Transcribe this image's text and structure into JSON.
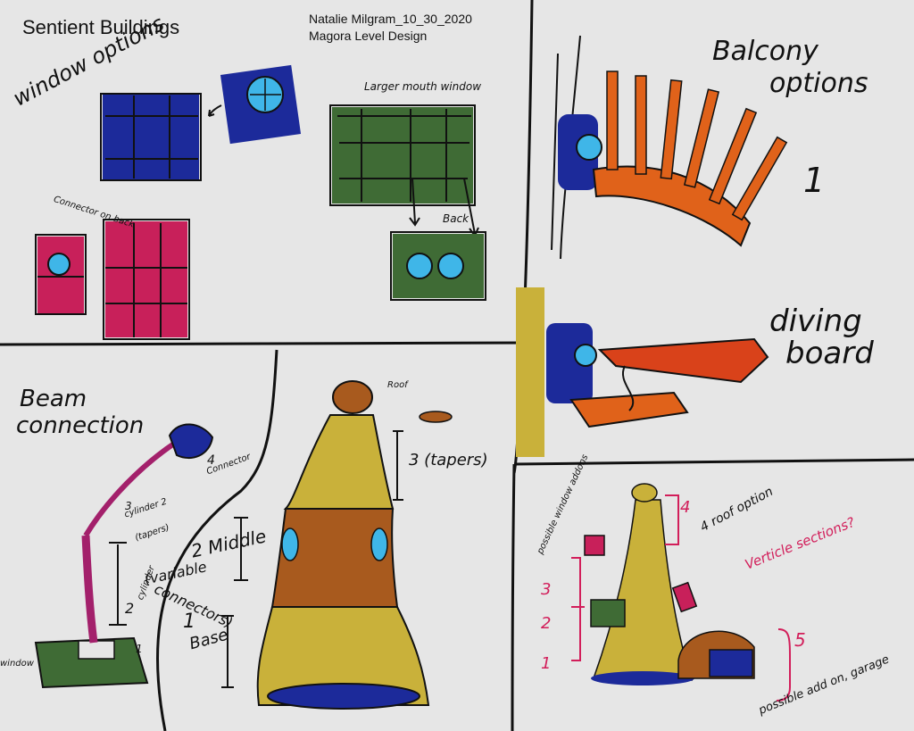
{
  "title": "Sentient Buildings",
  "author_line": "Natalie Milgram_10_30_2020",
  "subtitle": "Magora Level Design",
  "window_options": {
    "heading": "window options",
    "connector_note": "Connector on back",
    "larger_mouth_label": "Larger mouth window",
    "back_label": "Back"
  },
  "balcony": {
    "heading_line1": "Balcony",
    "heading_line2": "options",
    "number": "1"
  },
  "diving_board": {
    "line1": "diving",
    "line2": "board"
  },
  "beam_connection": {
    "heading_line1": "Beam",
    "heading_line2": "connection",
    "label_4": "4",
    "label_connector": "Connector",
    "label_3": "3",
    "label_cylinder2": "cylinder 2",
    "label_tapers": "(tapers)",
    "label_2": "2",
    "label_cylinder": "cylinder",
    "label_1": "1",
    "label_window": "window"
  },
  "tower": {
    "label_roof": "Roof",
    "label_3tapers": "3 (tapers)",
    "label_2middle": "2 Middle",
    "label_variable": "(variable",
    "label_connectors": "connectors)",
    "label_1": "1",
    "label_base": "Base"
  },
  "annotations": {
    "possible_window_addons": "possible window addons",
    "roof_option": "4 roof option",
    "vertical_sections": "Verticle sections?",
    "num_4": "4",
    "num_3": "3",
    "num_2": "2",
    "num_1": "1",
    "num_5": "5",
    "garage": "possible add on, garage"
  },
  "colors": {
    "background": "#e6e6e6",
    "blue": "#1c2a9a",
    "light_blue": "#3fb6e8",
    "crimson": "#c8205a",
    "green": "#3f6b35",
    "orange": "#e0621a",
    "red_orange": "#d9421a",
    "mustard": "#c9b13a",
    "brown": "#a85a1e",
    "magenta": "#a3206b",
    "pink_ink": "#d21e5a"
  }
}
